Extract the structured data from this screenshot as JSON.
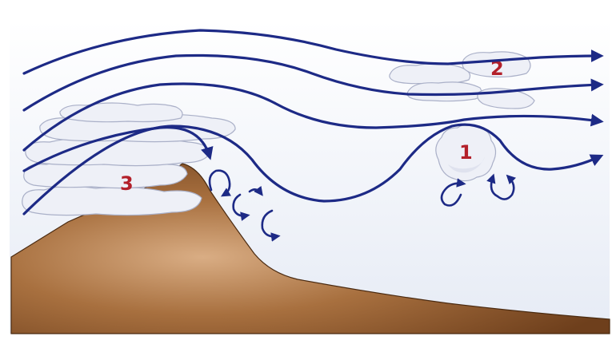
{
  "diagram": {
    "labels": {
      "cloud_1": "1",
      "cloud_2": "2",
      "cloud_3": "3"
    },
    "colors": {
      "background": "#edf1f8",
      "ground_dark": "#7d4a22",
      "ground_light": "#c99a70",
      "flow_lines": "#1d2a86",
      "label_text": "#b3202a",
      "cloud_fill": "#eef0f7"
    },
    "icons": [
      "arrow-icon",
      "eddy-arrow-icon",
      "cloud-icon",
      "mountain-icon"
    ]
  }
}
